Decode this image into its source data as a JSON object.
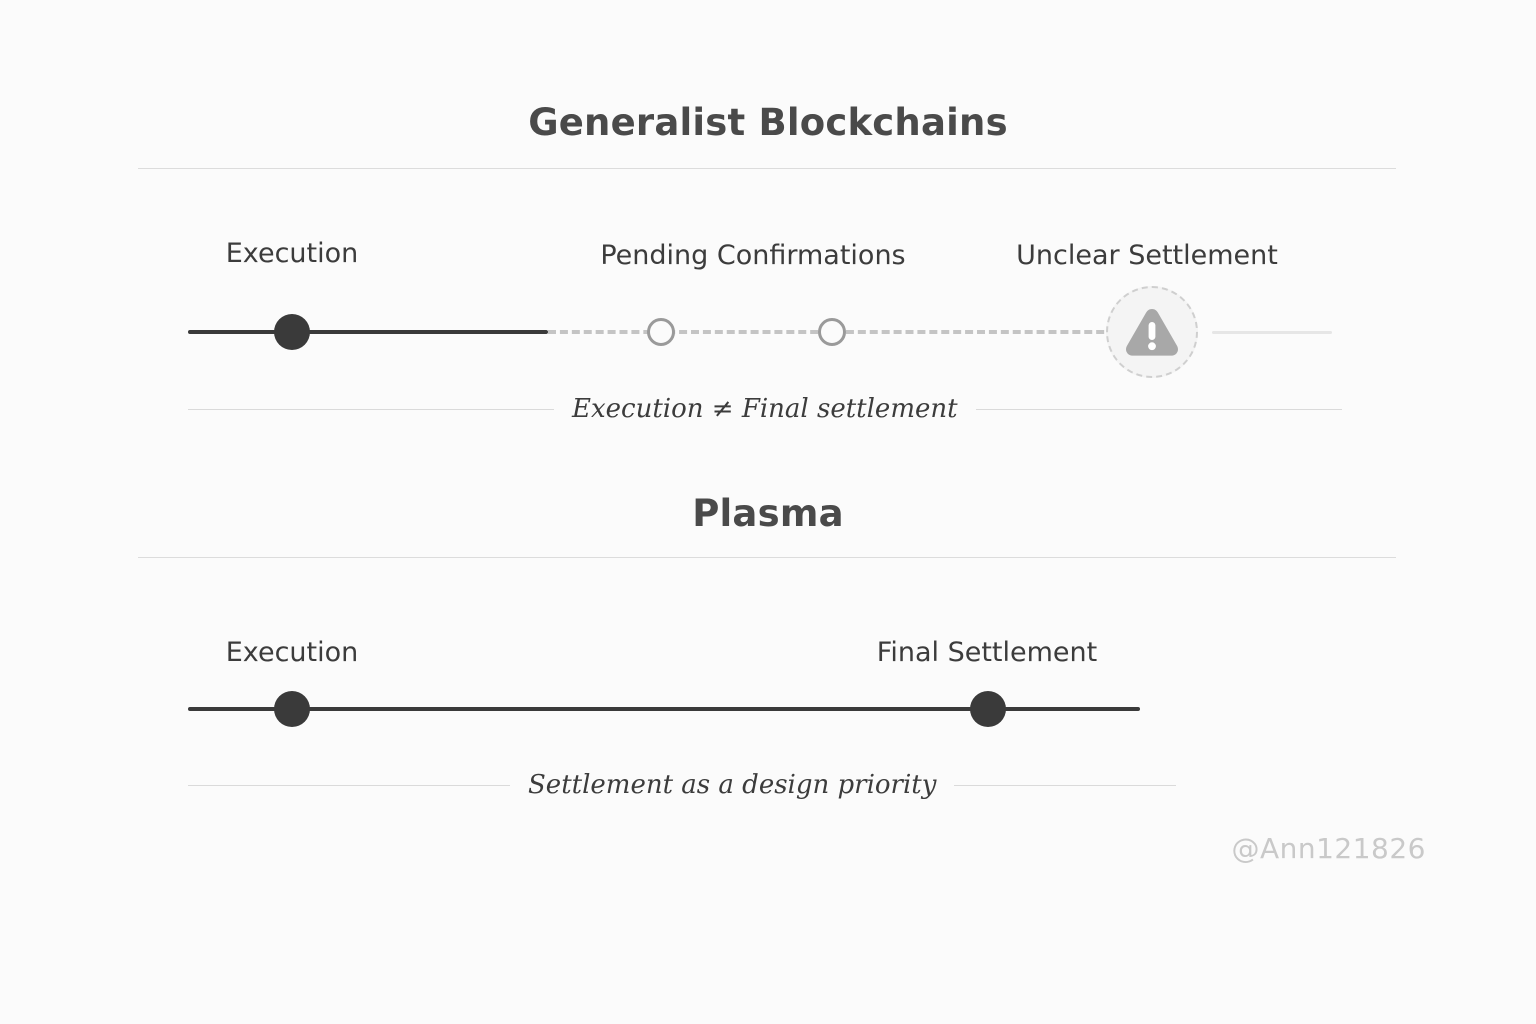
{
  "background_color": "#fbfbfb",
  "colors": {
    "title": "#4a4a4a",
    "label": "#3c3c3c",
    "solid_track": "#3a3a3a",
    "dashed_track": "#c4c4c4",
    "faded_track": "#e6e6e6",
    "filled_node": "#3a3a3a",
    "hollow_node_stroke": "#9a9a9a",
    "warning_fill": "#a8a8a8",
    "warning_ring": "#cfcfcf",
    "divider": "#dcdcdc",
    "caption_rule": "#dadada",
    "watermark": "#c9c9c9"
  },
  "sections": [
    {
      "id": "generalist",
      "title": "Generalist Blockchains",
      "nodes": [
        {
          "label": "Execution",
          "type": "filled-dot"
        },
        {
          "label": "Pending Confirmations",
          "type": "hollow-dot"
        },
        {
          "label": "",
          "type": "hollow-dot"
        },
        {
          "label": "Unclear Settlement",
          "type": "warning-icon"
        }
      ],
      "caption": "Execution ≠ Final settlement"
    },
    {
      "id": "plasma",
      "title": "Plasma",
      "nodes": [
        {
          "label": "Execution",
          "type": "filled-dot"
        },
        {
          "label": "Final Settlement",
          "type": "filled-dot"
        }
      ],
      "caption": "Settlement as a design priority"
    }
  ],
  "watermark": "@Ann121826"
}
